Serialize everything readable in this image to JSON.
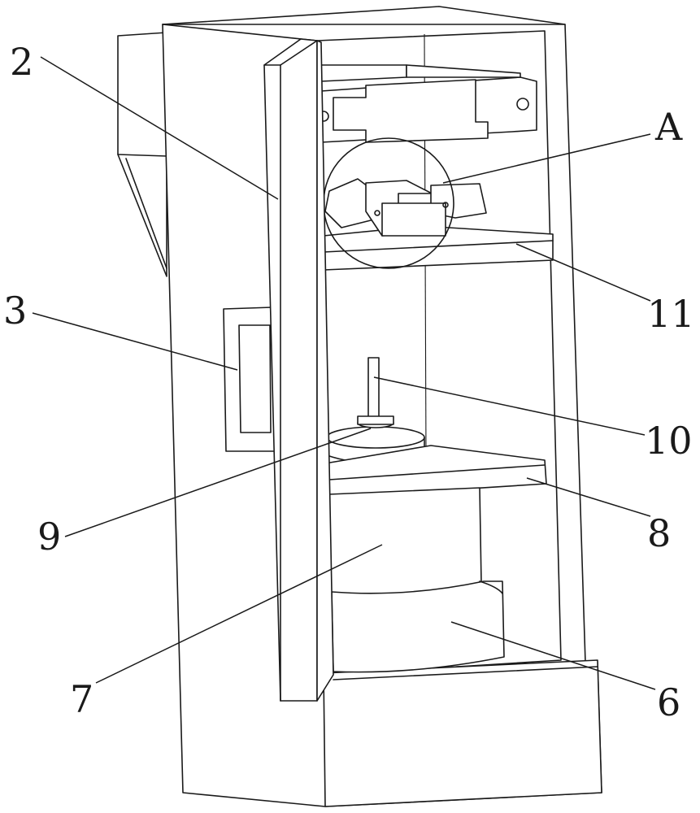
{
  "labels": {
    "part_2": "2",
    "part_3": "3",
    "part_A": "A",
    "part_11": "11",
    "part_10": "10",
    "part_9": "9",
    "part_8": "8",
    "part_7": "7",
    "part_6": "6"
  }
}
